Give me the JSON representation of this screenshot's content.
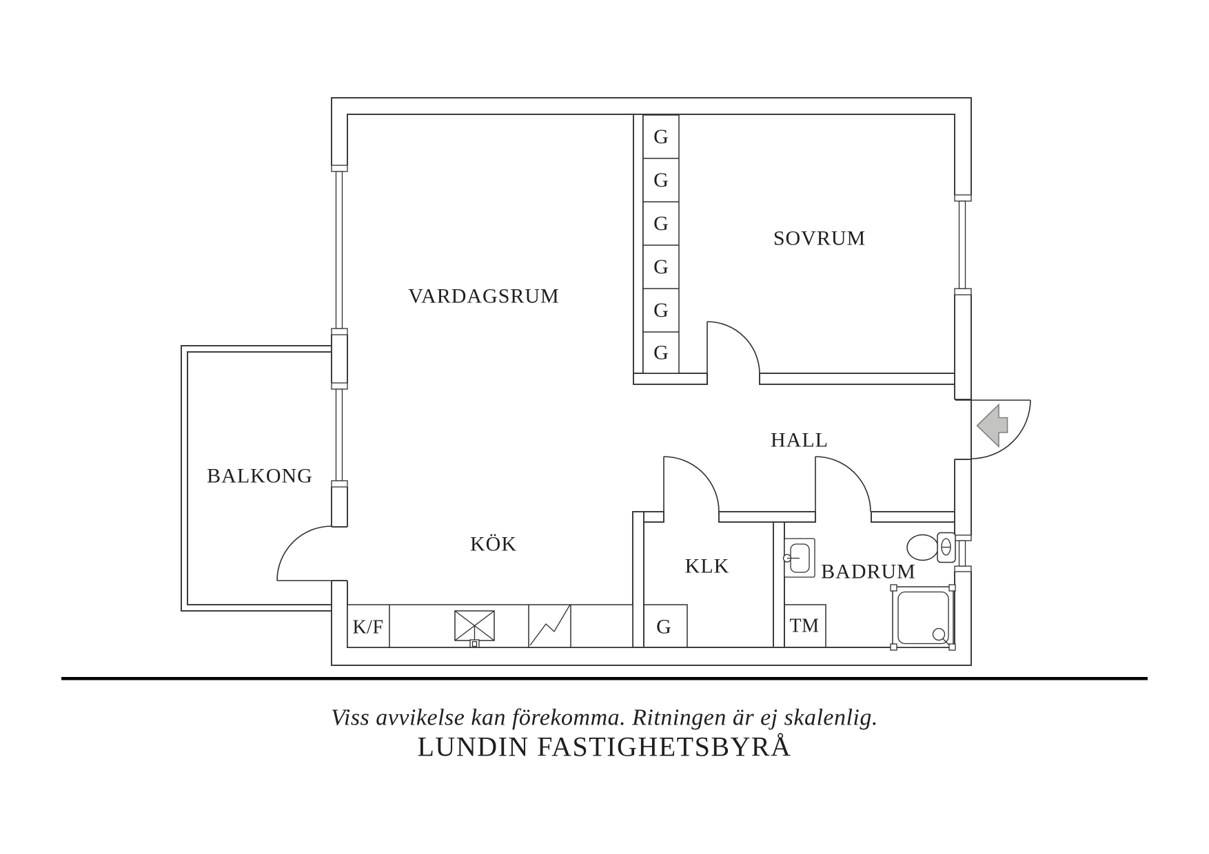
{
  "rooms": {
    "vardagsrum": "VARDAGSRUM",
    "sovrum": "SOVRUM",
    "balkong": "BALKONG",
    "kok": "KÖK",
    "hall": "HALL",
    "klk": "KLK",
    "badrum": "BADRUM"
  },
  "fixtures": {
    "fridge_freezer": "K/F",
    "washing_machine": "TM",
    "wardrobe": "G",
    "wardrobe_column": [
      "G",
      "G",
      "G",
      "G",
      "G",
      "G"
    ]
  },
  "footer": {
    "disclaimer": "Viss avvikelse kan förekomma. Ritningen är ej skalenlig.",
    "company": "LUNDIN FASTIGHETSBYRÅ"
  },
  "colors": {
    "wall": "#3c3c3c",
    "ink": "#1f1f1f",
    "arrow_fill": "#c3c3c0",
    "arrow_stroke": "#808080",
    "rule": "#000000",
    "background": "#ffffff"
  }
}
